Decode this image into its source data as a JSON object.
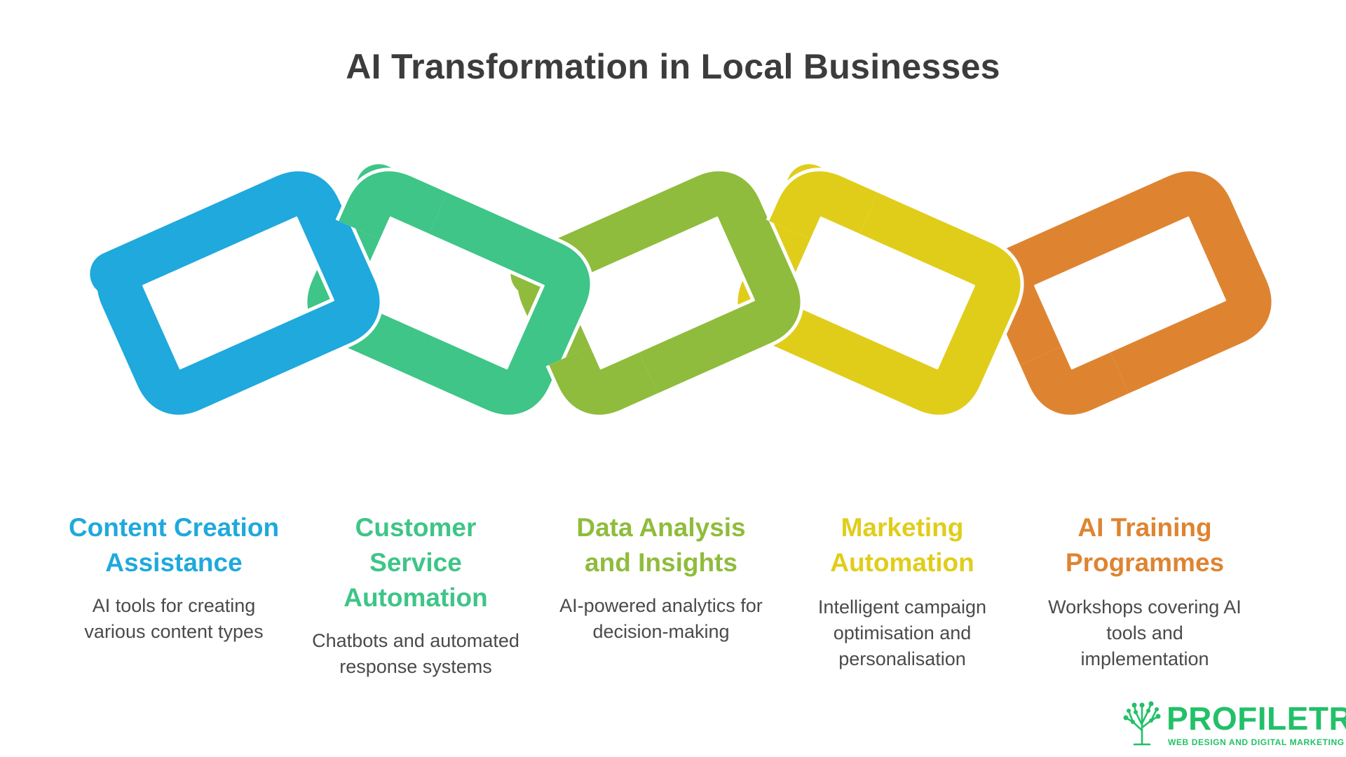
{
  "title": "AI Transformation in Local Businesses",
  "colors": {
    "content": "#1fa9dc",
    "customer": "#3ec587",
    "data": "#8fbc3c",
    "marketing": "#e0cd1a",
    "training": "#de8431"
  },
  "items": [
    {
      "heading": "Content Creation Assistance",
      "description": "AI tools for creating various content types"
    },
    {
      "heading": "Customer Service Automation",
      "description": "Chatbots and automated response systems"
    },
    {
      "heading": "Data Analysis and Insights",
      "description": "AI-powered analytics for decision-making"
    },
    {
      "heading": "Marketing Automation",
      "description": "Intelligent campaign optimisation and personalisation"
    },
    {
      "heading": "AI Training Programmes",
      "description": "Workshops covering AI tools and implementation"
    }
  ],
  "logo": {
    "wordmark": "PROFILETREE",
    "tagline": "WEB DESIGN AND DIGITAL MARKETING"
  }
}
